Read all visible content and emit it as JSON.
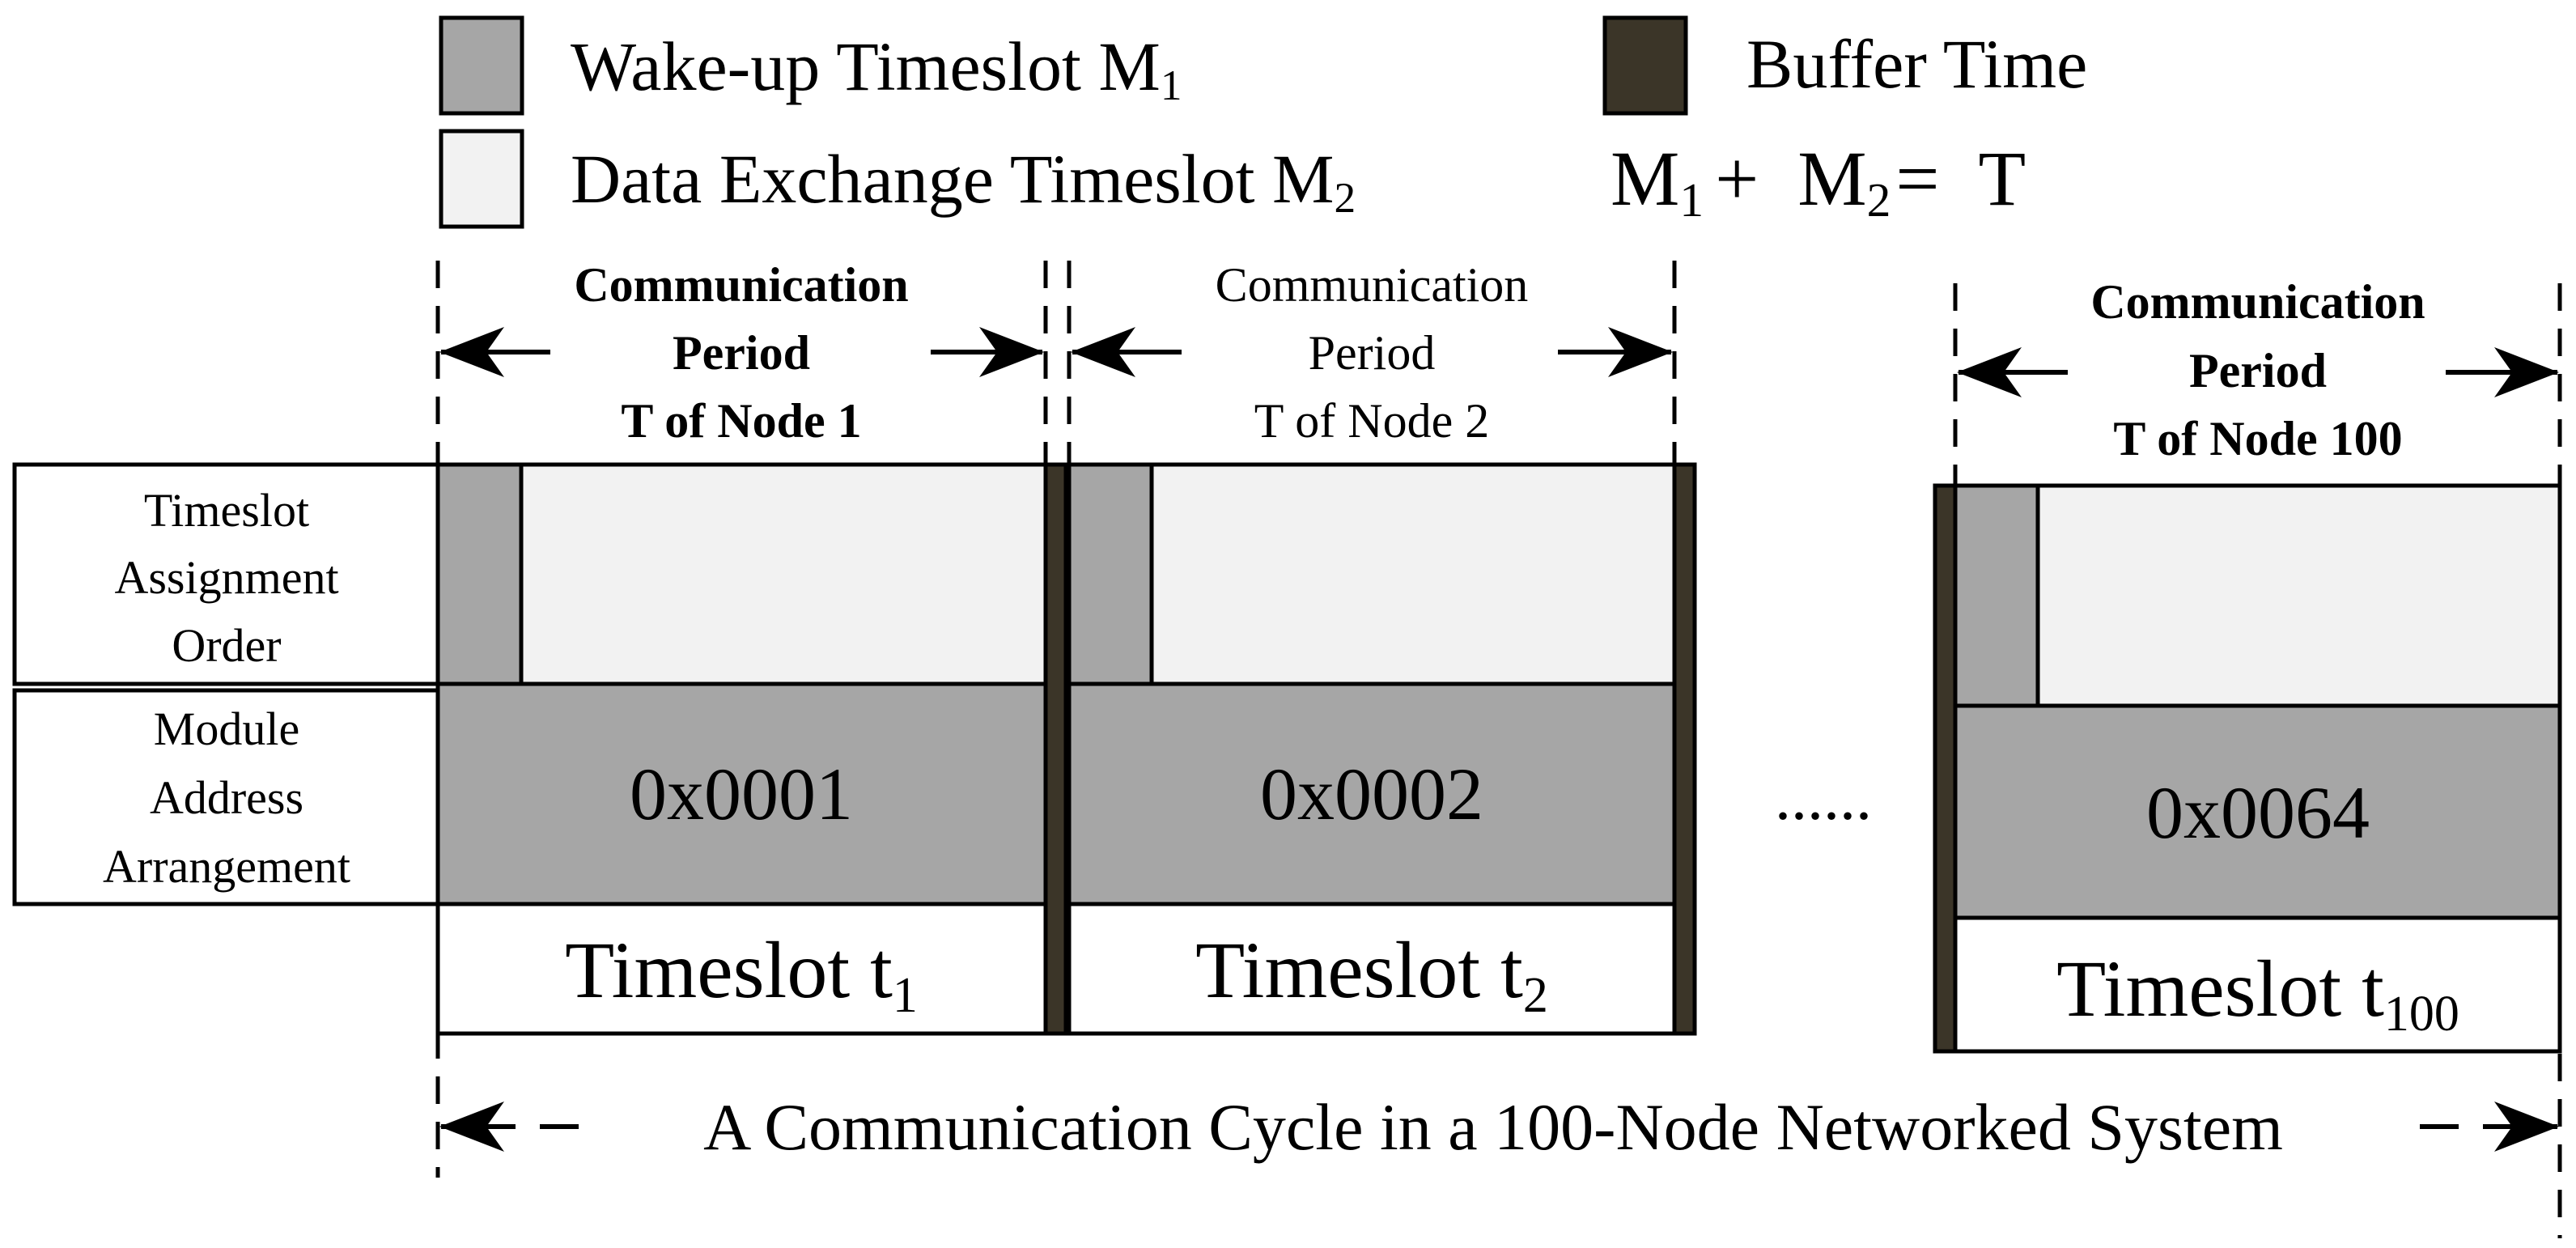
{
  "legend": {
    "wake_up": {
      "label": "Wake-up Timeslot M",
      "sub": "1",
      "color": "#a6a6a6"
    },
    "data_exchange": {
      "label": "Data Exchange Timeslot M",
      "sub": "2",
      "color": "#f2f2f2"
    },
    "buffer": {
      "label": "Buffer Time",
      "color": "#3b3528"
    },
    "formula": {
      "m1": "M",
      "m1_sub": "1",
      "plus": "+",
      "m2": "M",
      "m2_sub": "2",
      "equals": "=",
      "rhs": "T"
    }
  },
  "row_labels": {
    "timeslot_assignment": [
      "Timeslot",
      "Assignment",
      "Order"
    ],
    "module_address": [
      "Module",
      "Address",
      "Arrangement"
    ]
  },
  "nodes": [
    {
      "period_lines": [
        "Communication",
        "Period",
        "T of Node 1"
      ],
      "address": "0x0001",
      "timeslot_label": "Timeslot t",
      "timeslot_sub": "1"
    },
    {
      "period_lines": [
        "Communication",
        "Period",
        "T of Node 2"
      ],
      "address": "0x0002",
      "timeslot_label": "Timeslot t",
      "timeslot_sub": "2"
    },
    {
      "period_lines": [
        "Communication",
        "Period",
        "T of Node 100"
      ],
      "address": "0x0064",
      "timeslot_label": "Timeslot t",
      "timeslot_sub": "100"
    }
  ],
  "ellipsis": "......",
  "cycle_label": "A Communication Cycle in a 100-Node Networked System"
}
